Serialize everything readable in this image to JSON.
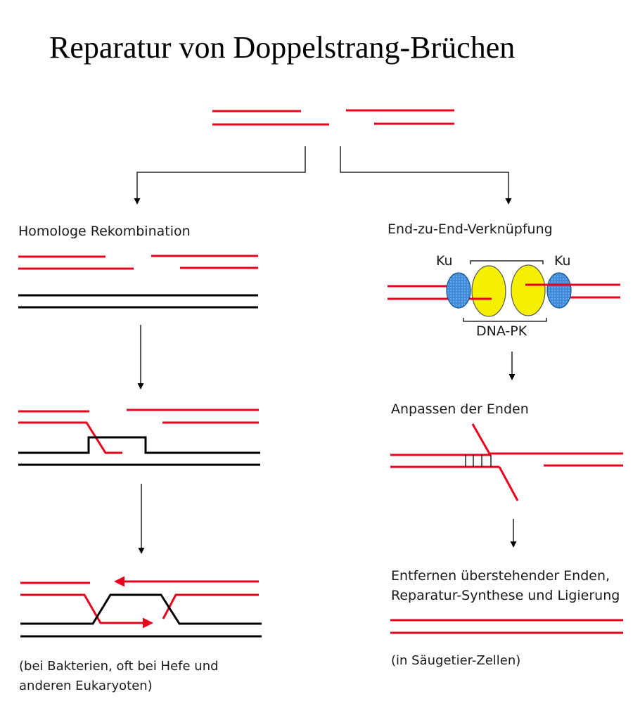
{
  "title": "Reparatur von Doppelstrang-Brüchen",
  "left": {
    "heading": "Homologe Rekombination",
    "note_line1": "(bei Bakterien, oft bei Hefe und",
    "note_line2": "anderen Eukaryoten)"
  },
  "right": {
    "heading": "End-zu-End-Verknüpfung",
    "ku_left": "Ku",
    "ku_right": "Ku",
    "dnapk": "DNA-PK",
    "step2": "Anpassen der Enden",
    "step3_line1": "Entfernen überstehender Enden,",
    "step3_line2": "Reparatur-Synthese und Ligierung",
    "note": "(in Säugetier-Zellen)"
  },
  "colors": {
    "strand_red": "#e8001c",
    "strand_black": "#000000",
    "ku_blue": "#3d8ddb",
    "dnapk_yellow": "#f4f000"
  }
}
